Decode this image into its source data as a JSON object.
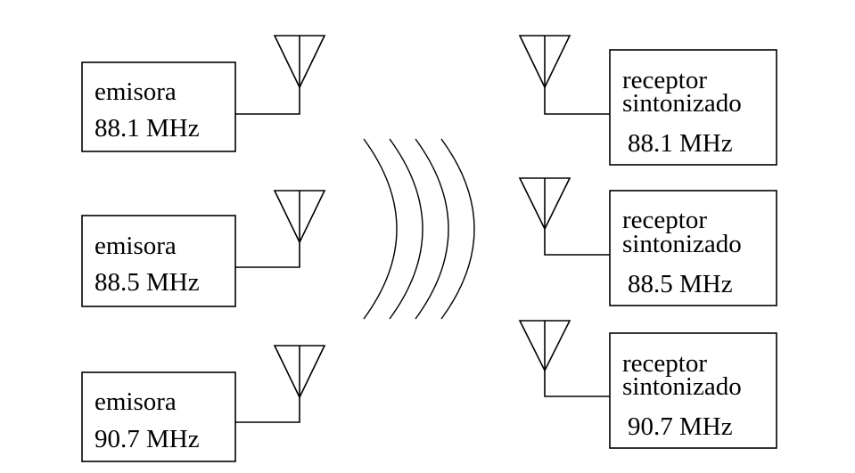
{
  "transmitters": [
    {
      "line1": "emisora",
      "line2": "88.1 MHz"
    },
    {
      "line1": "emisora",
      "line2": "88.5 MHz"
    },
    {
      "line1": "emisora",
      "line2": "90.7 MHz"
    }
  ],
  "receivers": [
    {
      "line1": "receptor",
      "line2": "sintonizado",
      "line3": "88.1 MHz"
    },
    {
      "line1": "receptor",
      "line2": "sintonizado",
      "line3": "88.5 MHz"
    },
    {
      "line1": "receptor",
      "line2": "sintonizado",
      "line3": "90.7 MHz"
    }
  ]
}
